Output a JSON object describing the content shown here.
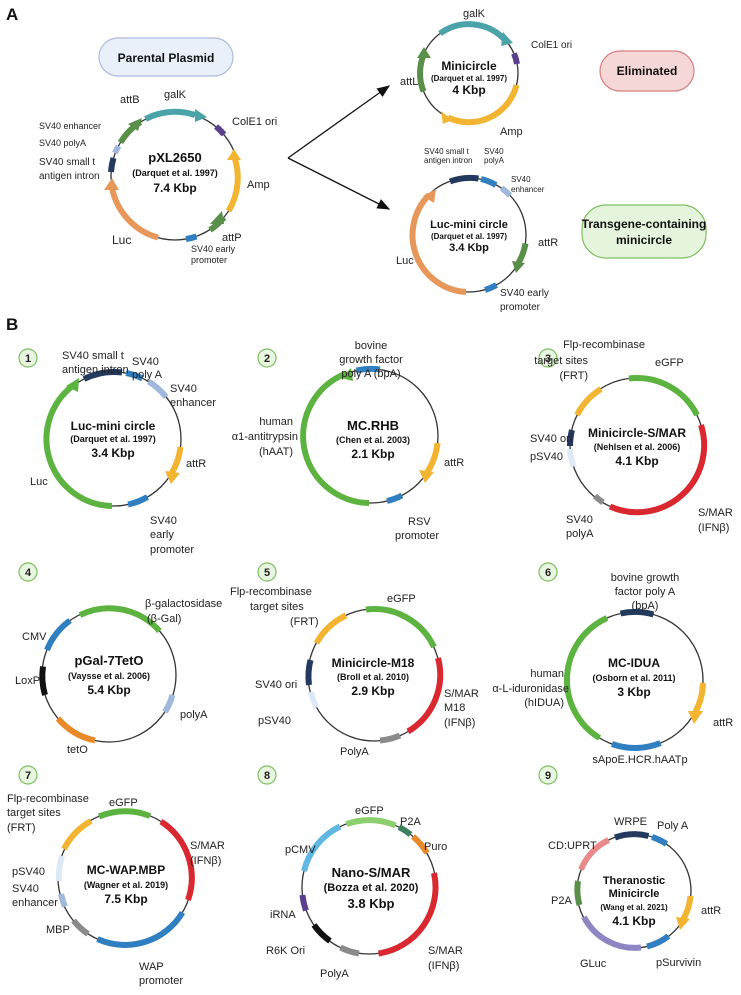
{
  "panels": {
    "a": "A",
    "b": "B"
  },
  "top": {
    "parental_pill": "Parental Plasmid",
    "eliminated_pill": "Eliminated",
    "transgene_pill_line1": "Transgene-containing",
    "transgene_pill_line2": "minicircle",
    "parental": {
      "name": "pXL2650",
      "ref": "(Darquet et al. 1997)",
      "size": "7.4 Kbp",
      "labels": {
        "attB": "attB",
        "galK": "galK",
        "colE1": "ColE1 ori",
        "sv40enh": "SV40 enhancer",
        "sv40polyA": "SV40 polyA",
        "sv40small1": "SV40 small t",
        "sv40small2": "antigen intron",
        "amp": "Amp",
        "attP": "attP",
        "luc": "Luc",
        "early1": "SV40 early",
        "early2": "promoter"
      }
    },
    "minicircle": {
      "name": "Minicircle",
      "ref": "(Darquet et al. 1997)",
      "size": "4 Kbp",
      "labels": {
        "galK": "galK",
        "colE1": "ColE1 ori",
        "attL": "attL",
        "amp": "Amp"
      }
    },
    "lucmini": {
      "name": "Luc-mini circle",
      "ref": "(Darquet et al. 1997)",
      "size": "3.4 Kbp",
      "labels": {
        "small1": "SV40 small t",
        "small2": "antigen intron",
        "polyA1": "SV40",
        "polyA2": "polyA",
        "enh1": "SV40",
        "enh2": "enhancer",
        "attR": "attR",
        "luc": "Luc",
        "early1": "SV40 early",
        "early2": "promoter"
      }
    }
  },
  "plasmids": [
    {
      "num": "1",
      "name": "Luc-mini circle",
      "ref": "(Darquet et al. 1997)",
      "size": "3.4 Kbp",
      "labels": {
        "a1": "SV40 small t",
        "a2": "antigen intron",
        "b1": "SV40",
        "b2": "poly A",
        "c1": "SV40",
        "c2": "enhancer",
        "d": "attR",
        "e1": "SV40",
        "e2": "early",
        "e3": "promoter",
        "f": "Luc"
      }
    },
    {
      "num": "2",
      "name": "MC.RHB",
      "ref": "(Chen et al. 2003)",
      "size": "2.1 Kbp",
      "labels": {
        "a1": "bovine",
        "a2": "growth factor",
        "a3": "poly A (bpA)",
        "b1": "human",
        "b2": "α1-antitrypsin",
        "b3": "(hAAT)",
        "c": "attR",
        "d1": "RSV",
        "d2": "promoter"
      }
    },
    {
      "num": "3",
      "name": "Minicircle-S/MAR",
      "ref": "(Nehlsen et al. 2006)",
      "size": "4.1 Kbp",
      "labels": {
        "a1": "Flp-recombinase",
        "a2": "target sites",
        "a3": "(FRT)",
        "b": "eGFP",
        "c": "SV40 ori",
        "d": "pSV40",
        "e1": "SV40",
        "e2": "polyA",
        "f1": "S/MAR",
        "f2": "(IFNβ)"
      }
    },
    {
      "num": "4",
      "name": "pGal-7TetO",
      "ref": "(Vaysse et al. 2006)",
      "size": "5.4 Kbp",
      "labels": {
        "a1": "β-galactosidase",
        "a2": "(β-Gal)",
        "b": "CMV",
        "c": "LoxP",
        "d": "tetO",
        "e": "polyA"
      }
    },
    {
      "num": "5",
      "name": "Minicircle-M18",
      "ref": "(Broll et al. 2010)",
      "size": "2.9 Kbp",
      "labels": {
        "a1": "Flp-recombinase",
        "a2": "target sites",
        "a3": "(FRT)",
        "b": "eGFP",
        "c": "SV40 ori",
        "d": "pSV40",
        "e": "PolyA",
        "f1": "S/MAR",
        "f2": "M18",
        "f3": "(IFNβ)"
      }
    },
    {
      "num": "6",
      "name": "MC-IDUA",
      "ref": "(Osborn et al. 2011)",
      "size": "3 Kbp",
      "labels": {
        "a1": "bovine growth",
        "a2": "factor poly A",
        "a3": "(bpA)",
        "b1": "human",
        "b2": "α-L-iduronidase",
        "b3": "(hIDUA)",
        "c": "attR",
        "d": "sApoE.HCR.hAATp"
      }
    },
    {
      "num": "7",
      "name": "MC-WAP.MBP",
      "ref": "(Wagner et al. 2019)",
      "size": "7.5 Kbp",
      "labels": {
        "a1": "Flp-recombinase",
        "a2": "target sites",
        "a3": "(FRT)",
        "b": "eGFP",
        "c": "pSV40",
        "d1": "SV40",
        "d2": "enhancer",
        "e": "MBP",
        "f1": "WAP",
        "f2": "promoter",
        "g1": "S/MAR",
        "g2": "(IFNβ)"
      }
    },
    {
      "num": "8",
      "name": "Nano-S/MAR",
      "ref": "(Bozza et al. 2020)",
      "size": "3.8 Kbp",
      "labels": {
        "a": "eGFP",
        "b": "P2A",
        "c": "Puro",
        "d": "pCMV",
        "e": "iRNA",
        "f": "R6K Ori",
        "g": "PolyA",
        "h1": "S/MAR",
        "h2": "(IFNβ)"
      }
    },
    {
      "num": "9",
      "name1": "Theranostic",
      "name2": "Minicircle",
      "ref": "(Wang et al. 2021)",
      "size": "4.1 Kbp",
      "labels": {
        "a": "WRPE",
        "b": "Poly A",
        "c": "CD:UPRT",
        "d": "P2A",
        "e": "attR",
        "f": "GLuc",
        "g": "pSurvivin"
      }
    }
  ],
  "colors": {
    "green": "#5cb340",
    "teal": "#4aa3a8",
    "blue": "#2f7fc1",
    "navy": "#23395d",
    "lightblue": "#9fb8dc",
    "yellow": "#f3b531",
    "orange": "#e8975a",
    "darkgreen": "#5a8f4a",
    "purple": "#5b3f8c",
    "red": "#d9282f",
    "gray": "#8a8a8a",
    "black": "#111111",
    "pink": "#e98a8a",
    "lavender": "#8e86c2",
    "sky": "#5fb7e2",
    "lightgreen": "#8ccf6e",
    "amber": "#e88a2a",
    "darkteal": "#3f7f5e",
    "paleblue": "#dde9f4"
  }
}
